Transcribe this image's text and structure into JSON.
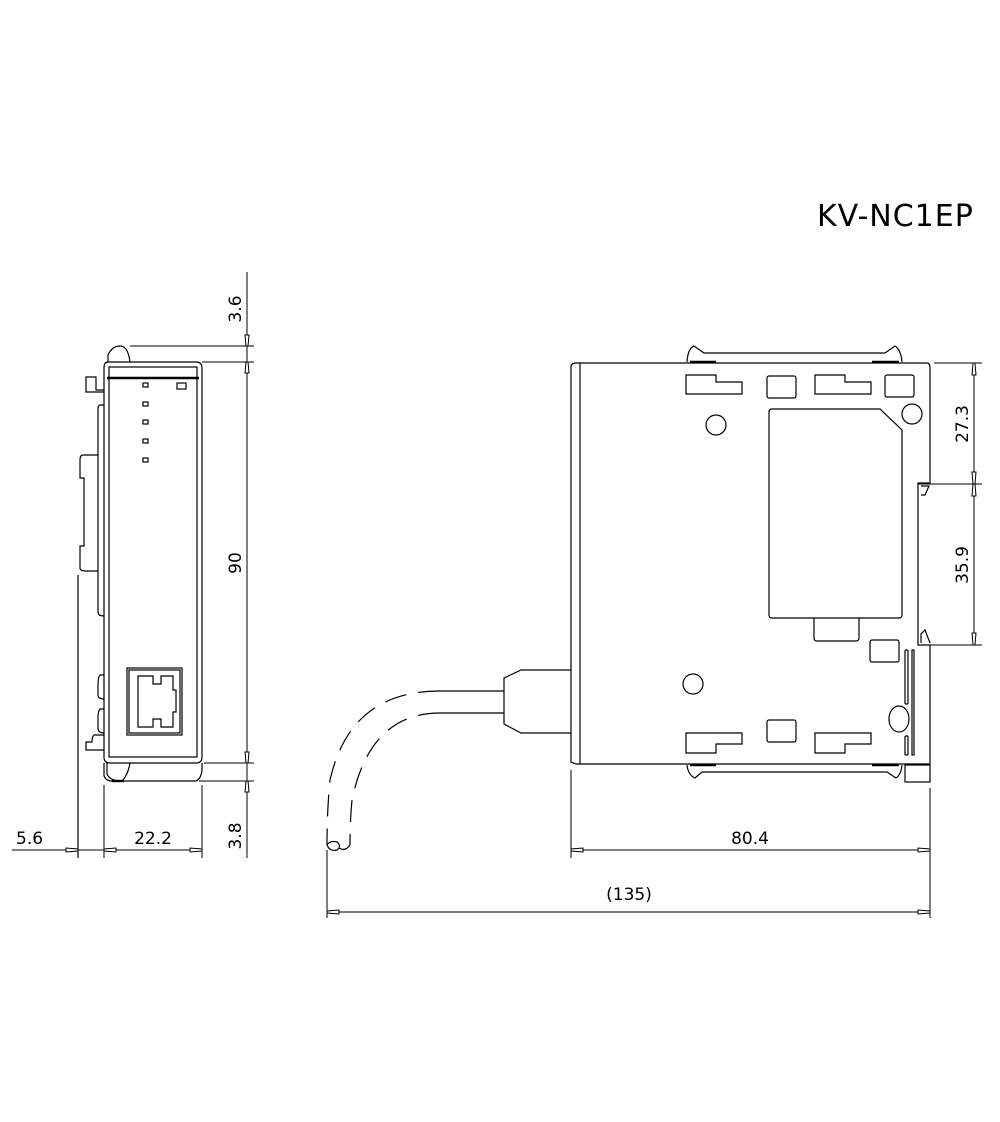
{
  "title": "KV-NC1EP",
  "colors": {
    "line": "#000000",
    "background": "#ffffff"
  },
  "front_view": {
    "dimensions": {
      "top_clip": "3.6",
      "height": "90",
      "bottom_clip": "3.8",
      "rail_offset": "5.6",
      "width": "22.2"
    },
    "led_count": 5,
    "connector": "rj45-port"
  },
  "side_view": {
    "dimensions": {
      "upper_height": "27.3",
      "rail_height": "35.9",
      "depth": "80.4",
      "overall_with_cable": "(135)"
    },
    "cable": "cable-bend"
  }
}
